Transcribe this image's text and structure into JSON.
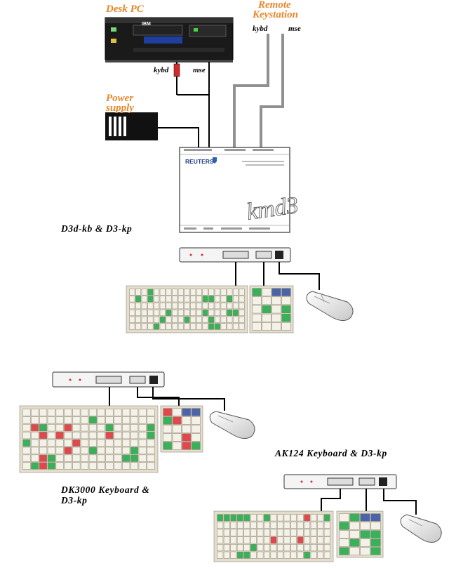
{
  "labels": {
    "desk_pc": "Desk PC",
    "remote_line1": "Remote",
    "remote_line2": "Keystation",
    "power_line1": "Power",
    "power_line2": "supply",
    "kybd_pc": "kybd",
    "mse_pc": "mse",
    "kybd_remote": "kybd",
    "mse_remote": "mse"
  },
  "unit": {
    "brand": "REUTERS",
    "model": "kmd3"
  },
  "pc": {
    "brand": "IBM"
  },
  "captions": {
    "d3d": "D3d-kb & D3-kp",
    "dk3000_line1": "DK3000 Keyboard &",
    "dk3000_line2": "D3-kp",
    "ak124": "AK124 Keyboard & D3-kp"
  },
  "colors": {
    "accent_orange": "#e8862a",
    "key_green": "#39b15a",
    "key_red": "#e0484e",
    "key_blue": "#4b63a8",
    "keyboard_beige": "#e4ddcb"
  }
}
